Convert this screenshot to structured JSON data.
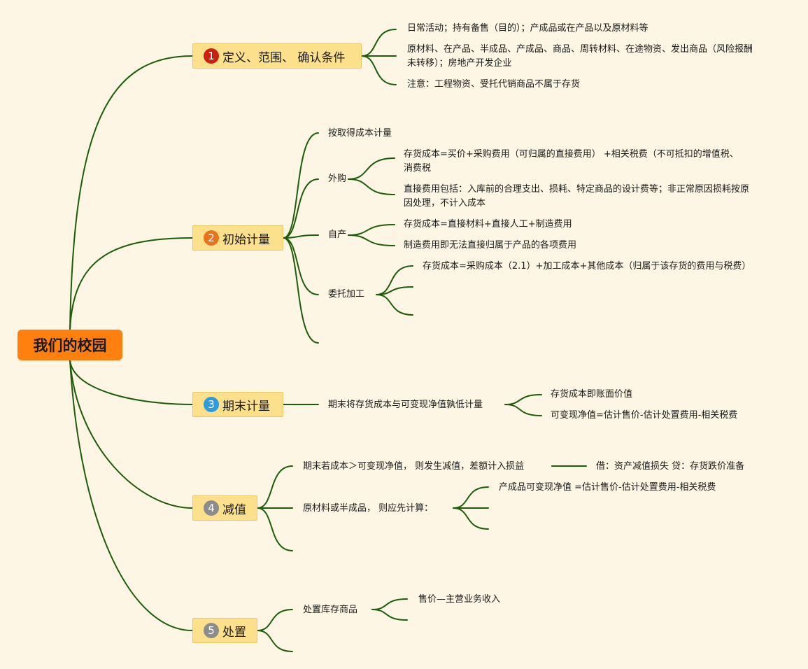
{
  "colors": {
    "background": "#fdf6e4",
    "root": "#ff7f0f",
    "topic": "#fce08c",
    "line": "#1f5c0a",
    "badge1": "#cc1f10",
    "badge2": "#e8731c",
    "badge3": "#2e9bdc",
    "badge4": "#8c8c8c",
    "badge5": "#8c8c8c"
  },
  "root": "我们的校园",
  "topics": [
    {
      "badge": "1",
      "label": "定义、范围、 确认条件",
      "details": [
        "日常活动；持有备售（目的）；产成品或在产品以及原材料等",
        "原材料、在产品、半成品、产成品、商品、周转材料、在途物资、发出商品（风险报酬未转移）；房地产开发企业",
        "注意：工程物资、受托代销商品不属于存货"
      ]
    },
    {
      "badge": "2",
      "label": "初始计量",
      "children": [
        {
          "label": "按取得成本计量"
        },
        {
          "label": "外购",
          "details": [
            "存货成本=买价+采购费用（可归属的直接费用） +相关税费（不可抵扣的增值税、消费税",
            "直接费用包括：入库前的合理支出、损耗、特定商品的设计费等；非正常原因损耗按原因处理，不计入成本"
          ]
        },
        {
          "label": "自产",
          "details": [
            "存货成本=直接材料+直接人工+制造费用",
            "制造费用即无法直接归属于产品的各项费用"
          ]
        },
        {
          "label": "委托加工",
          "details": [
            "存货成本=采购成本（2.1）+加工成本+其他成本（归属于该存货的费用与税费）"
          ]
        }
      ]
    },
    {
      "badge": "3",
      "label": "期末计量",
      "children": [
        {
          "label": "期末将存货成本与可变现净值孰低计量",
          "details": [
            "存货成本即账面价值",
            "可变现净值=估计售价-估计处置费用-相关税费"
          ]
        }
      ]
    },
    {
      "badge": "4",
      "label": "减值",
      "children": [
        {
          "label": "期末若成本＞可变现净值， 则发生减值，差额计入损益",
          "details": [
            "借：资产减值损失 贷：存货跌价准备"
          ]
        },
        {
          "label": "原材料或半成品， 则应先计算：",
          "details": [
            "产成品可变现净值 =估计售价-估计处置费用-相关税费"
          ]
        }
      ]
    },
    {
      "badge": "5",
      "label": "处置",
      "children": [
        {
          "label": "处置库存商品",
          "details": [
            "售价—主营业务收入"
          ]
        }
      ]
    }
  ]
}
